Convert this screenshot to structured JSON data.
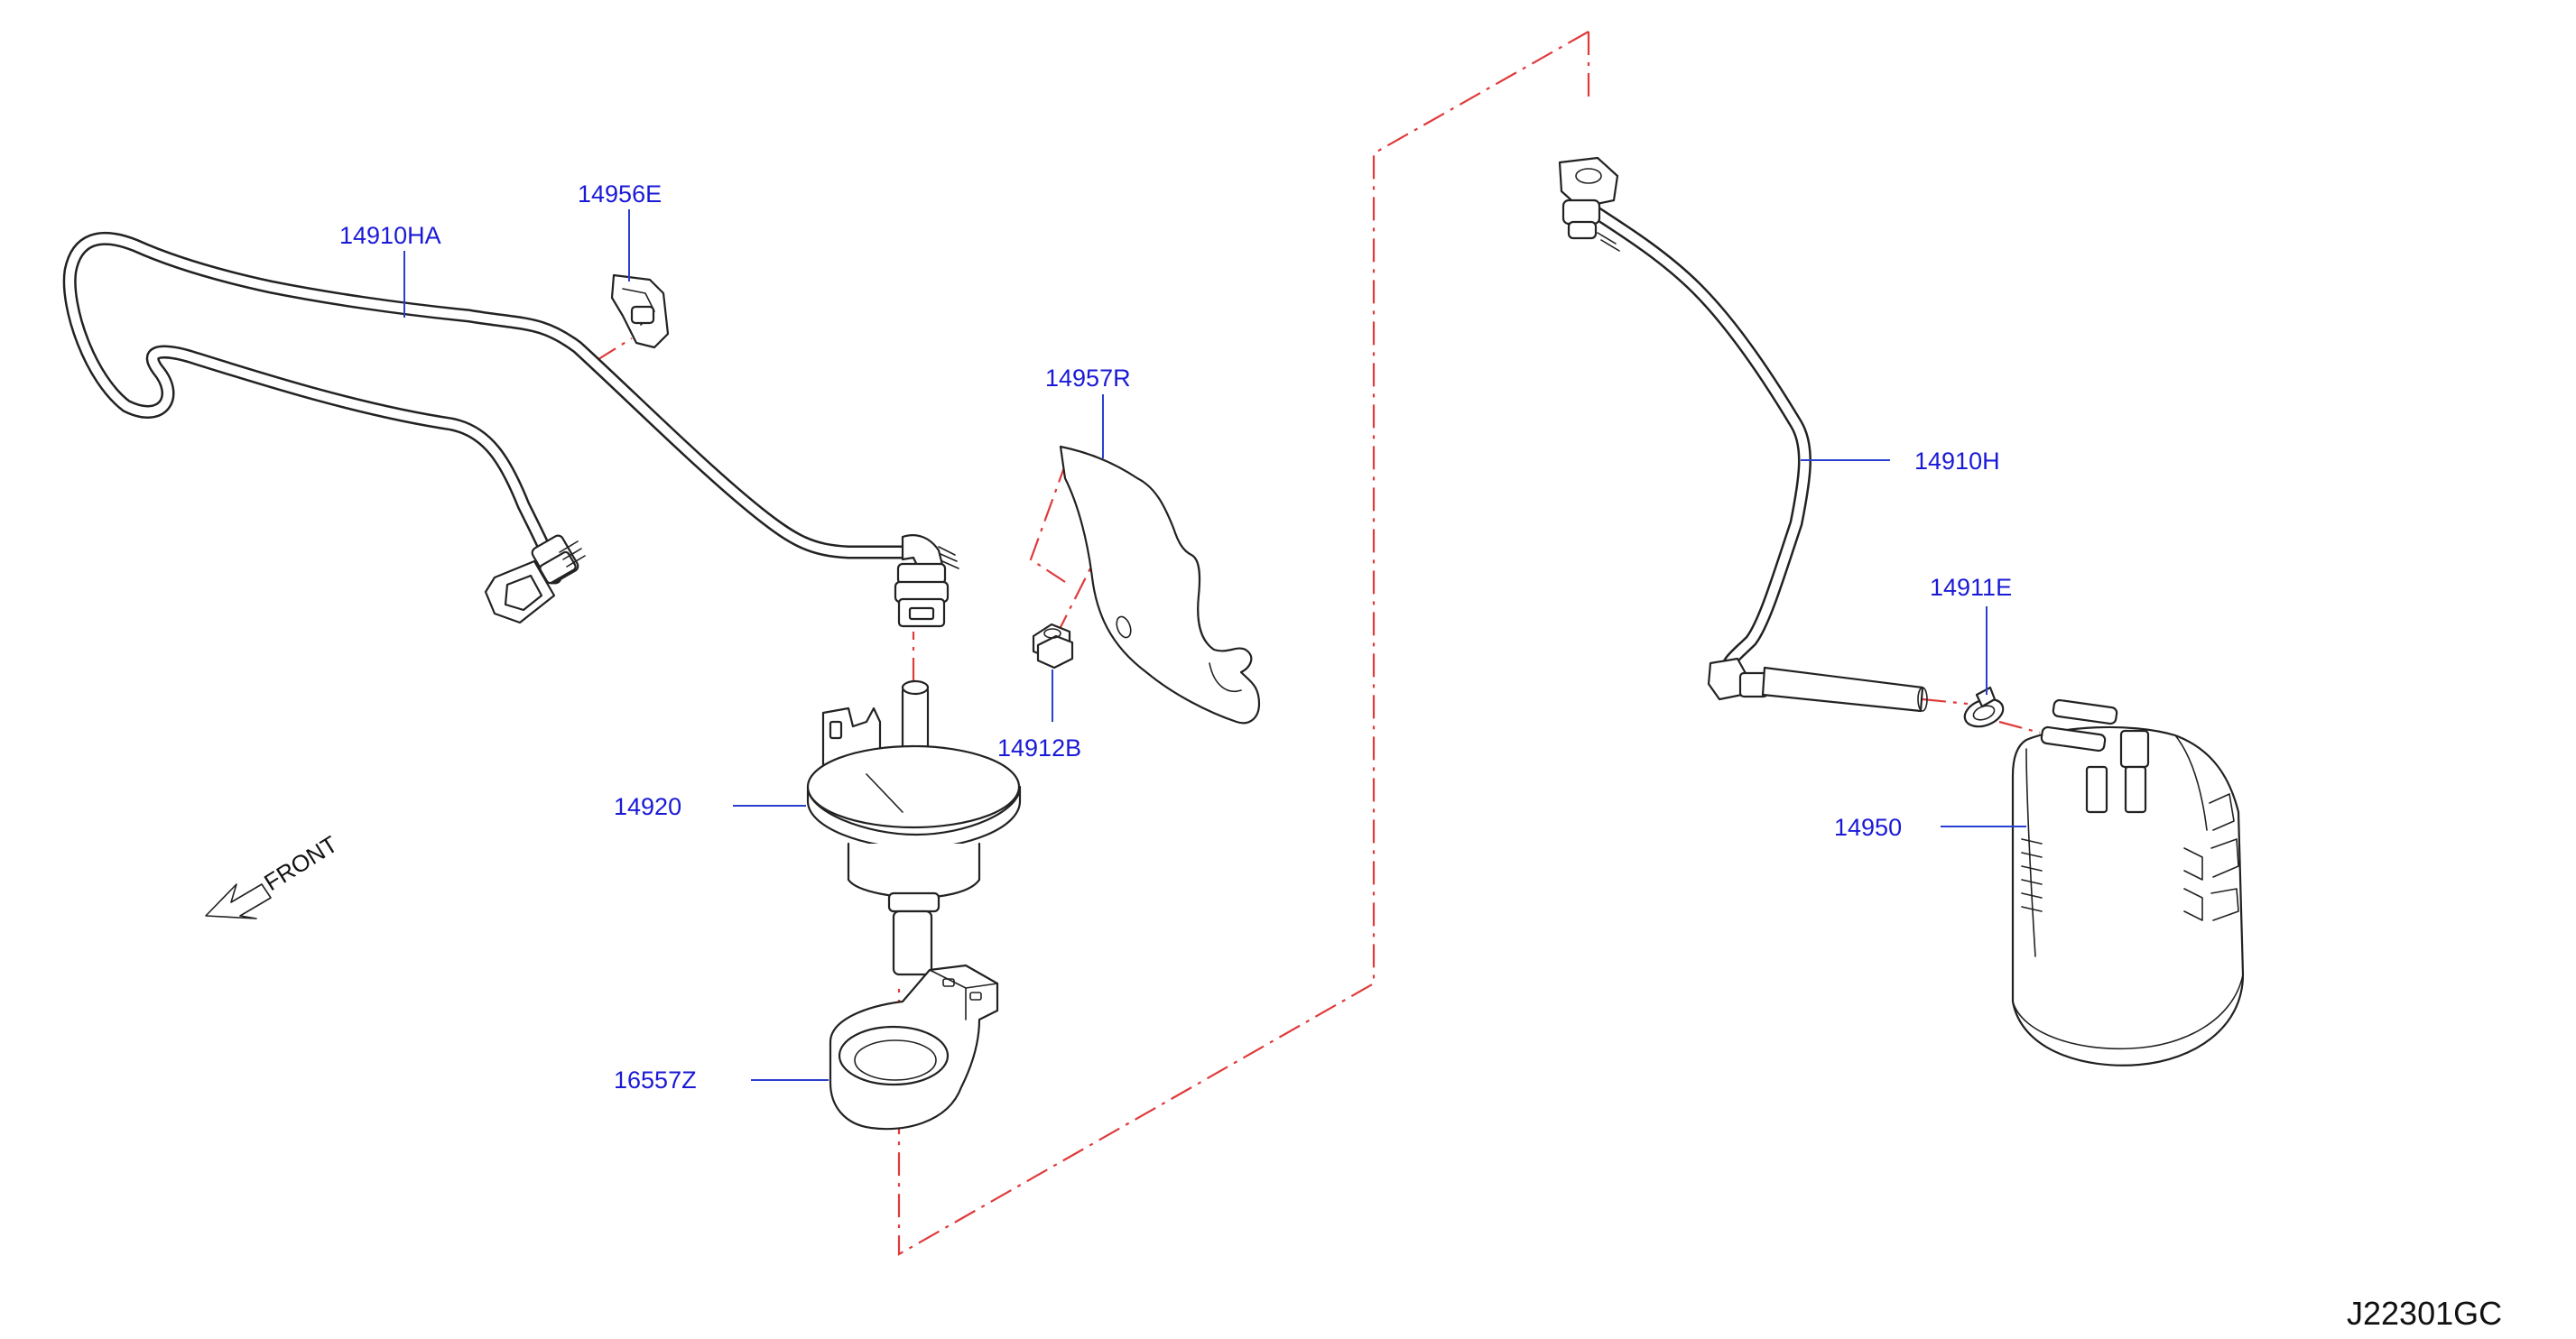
{
  "diagram": {
    "reference_code": "J22301GC",
    "direction_label": "FRONT",
    "parts": [
      {
        "id": "hose_front",
        "label": "14910HA"
      },
      {
        "id": "clip",
        "label": "14956E"
      },
      {
        "id": "bracket",
        "label": "14957R"
      },
      {
        "id": "nut",
        "label": "14912B"
      },
      {
        "id": "valve",
        "label": "14920"
      },
      {
        "id": "valve_bracket",
        "label": "16557Z"
      },
      {
        "id": "hose_rear",
        "label": "14910H"
      },
      {
        "id": "clamp",
        "label": "14911E"
      },
      {
        "id": "canister",
        "label": "14950"
      }
    ]
  }
}
